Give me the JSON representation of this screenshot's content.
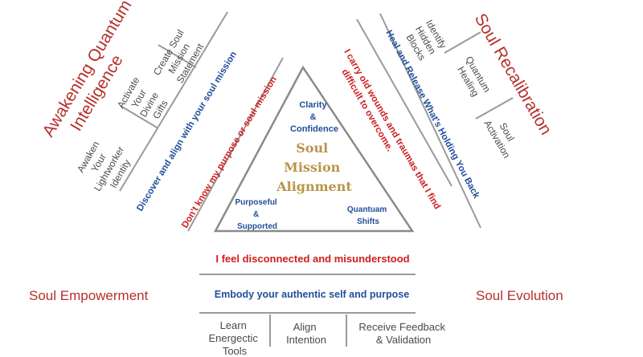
{
  "colors": {
    "title_red": "#b5312c",
    "negative_red": "#cc1f1f",
    "positive_blue": "#1f4f9a",
    "center_gold": "#b8954a",
    "gray_text": "#4a4a4a"
  },
  "center": {
    "line1": "Soul",
    "line2": "Mission",
    "line3": "Alignment",
    "top_label": [
      "Clarity",
      "&",
      "Confidence"
    ],
    "left_label": [
      "Purposeful",
      "&",
      "Supported"
    ],
    "right_label": [
      "Quantuam",
      "Shifts"
    ]
  },
  "left": {
    "title_line1": "Awakening Quantum",
    "title_line2": "Intelligence",
    "negative": "Don't know my purpose or soul mission",
    "positive": "Discover and align with your soul mission",
    "items": [
      [
        "Create Soul",
        "Mission",
        "Statement"
      ],
      [
        "Activate",
        "Your",
        "Divine",
        "Gifts"
      ],
      [
        "Awaken",
        "Your",
        "Lightworker",
        "Identity"
      ]
    ]
  },
  "right": {
    "title": "Soul Recalibration",
    "negative_line1": "I carry old wounds and traumas that I find",
    "negative_line2": "difficult to overcome.",
    "positive": "Heal and Release What's Holding You Back",
    "items": [
      [
        "Identify",
        "Hidden",
        "Blocks"
      ],
      [
        "Quantum",
        "Healing"
      ],
      [
        "Soul",
        "Activation"
      ]
    ]
  },
  "bottom": {
    "negative": "I feel disconnected and misunderstood",
    "positive": "Embody your authentic self and purpose",
    "left_title": "Soul Empowerment",
    "right_title": "Soul Evolution",
    "items": [
      [
        "Learn",
        "Energectic",
        "Tools"
      ],
      [
        "Align",
        "Intention"
      ],
      [
        "Receive Feedback",
        "& Validation"
      ]
    ]
  }
}
